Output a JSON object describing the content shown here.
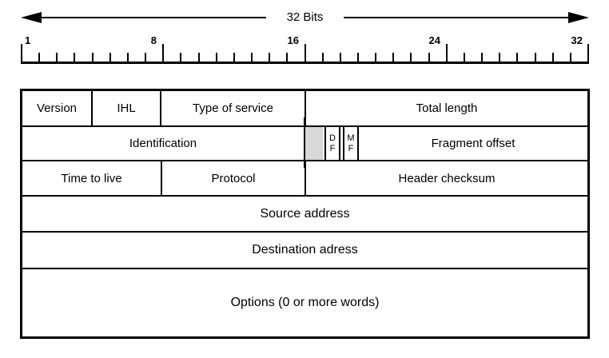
{
  "header": {
    "title": "32 Bits"
  },
  "ruler": {
    "labels": [
      "1",
      "8",
      "16",
      "24",
      "32"
    ]
  },
  "ipv4_table": {
    "row1": {
      "version": "Version",
      "ihl": "IHL",
      "type_of_service": "Type of service",
      "total_length": "Total length"
    },
    "row2": {
      "identification": "Identification",
      "df": [
        "D",
        "F"
      ],
      "mf": [
        "M",
        "F"
      ],
      "fragment_offset": "Fragment offset"
    },
    "row3": {
      "time_to_live": "Time to live",
      "protocol": "Protocol",
      "header_checksum": "Header checksum"
    },
    "row4": {
      "source_address": "Source address"
    },
    "row5": {
      "destination_address": "Destination adress"
    },
    "row6": {
      "options": "Options (0 or more words)"
    }
  },
  "colors": {
    "line": "#000000",
    "text": "#000000",
    "background": "#ffffff",
    "reserved_flag_fill": "#d8d8d8"
  }
}
